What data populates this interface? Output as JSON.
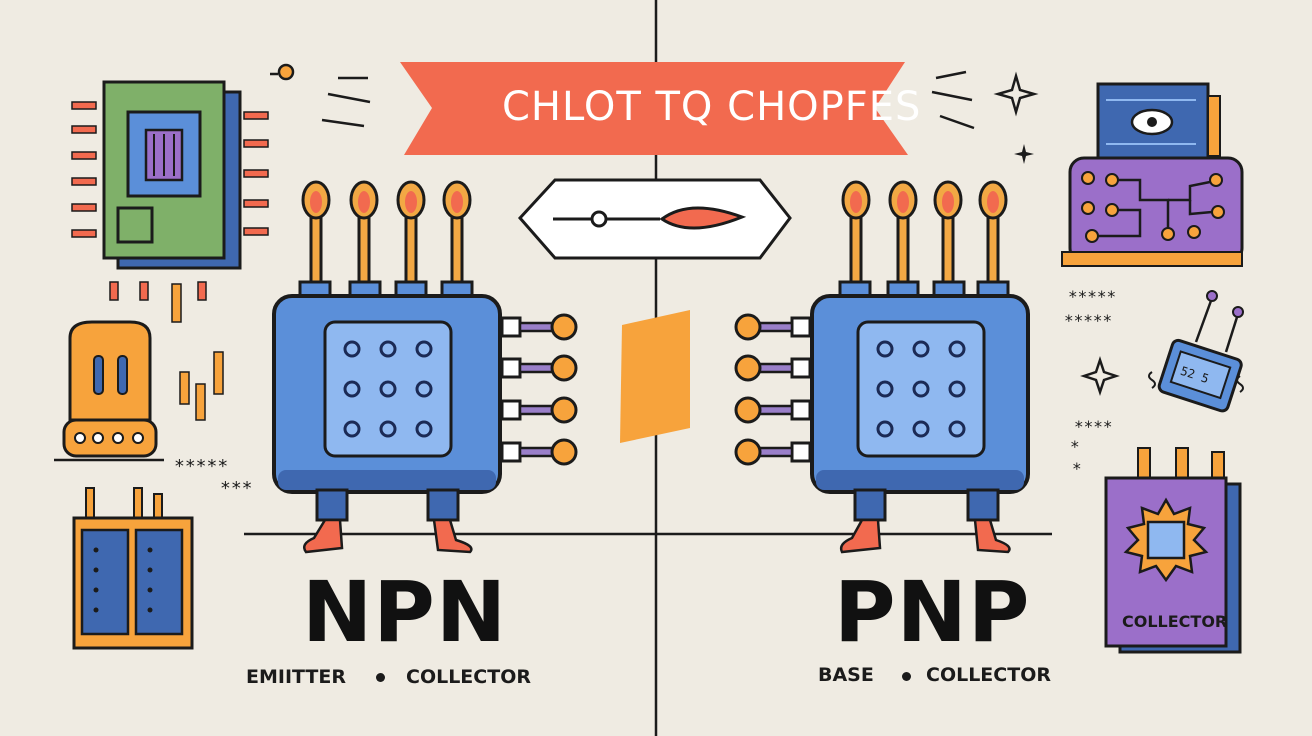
{
  "banner": {
    "text": "CHLOT TQ CHOPFES",
    "color": "#f26a4f"
  },
  "left": {
    "title": "NPN",
    "terminals": [
      "EMIITTER",
      "COLLECTOR"
    ]
  },
  "right": {
    "title": "PNP",
    "terminals": [
      "BASE",
      "COLLECTOR"
    ]
  },
  "side_chip": {
    "label": "COLLECTOR"
  },
  "colors": {
    "background": "#efebe2",
    "chip_blue": "#5b8fd9",
    "chip_inner": "#8fb8f0",
    "pin_orange": "#f08a4b",
    "pin_stem": "#f2a844",
    "lead_purple": "#9a7fc9",
    "accent_orange": "#f7a33c",
    "purple": "#9b6fc9",
    "green": "#7fb069"
  }
}
